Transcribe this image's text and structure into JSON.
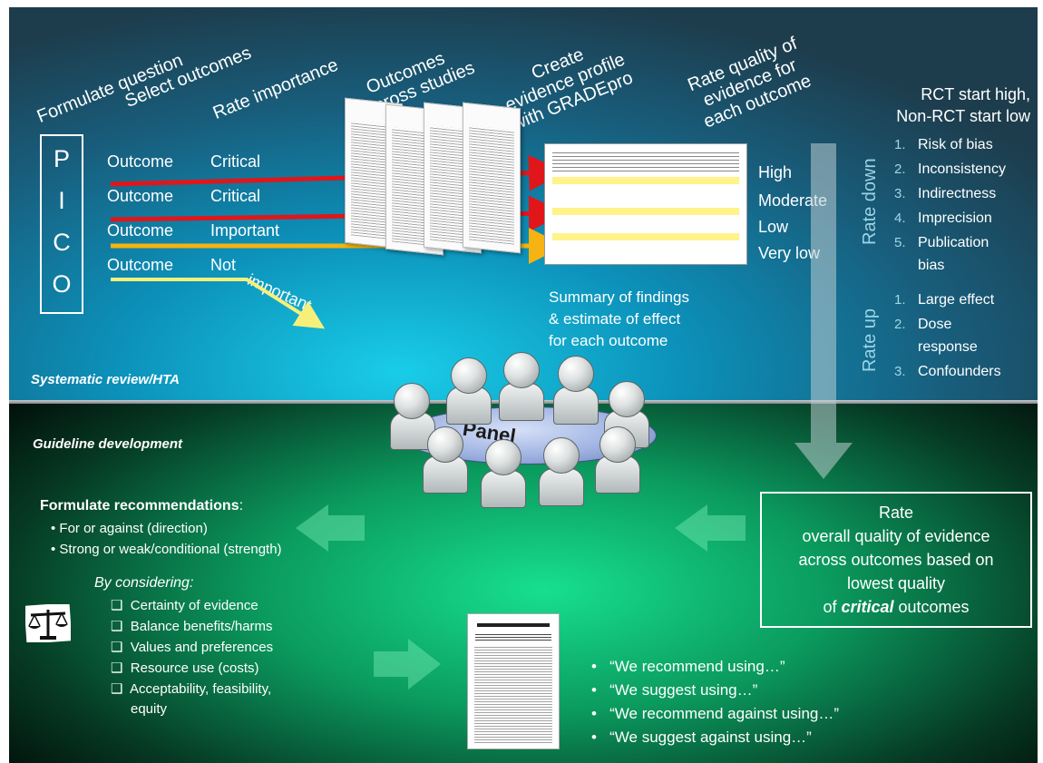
{
  "steps": {
    "formulate": "Formulate question",
    "select": "Select outcomes",
    "rate_importance": "Rate importance",
    "outcomes_across_1": "Outcomes",
    "outcomes_across_2": "across studies",
    "create_1": "Create",
    "create_2": "evidence profile",
    "create_3": "with GRADEpro",
    "rate_quality_1": "Rate quality of",
    "rate_quality_2": "evidence for",
    "rate_quality_3": "each outcome"
  },
  "pico": [
    "P",
    "I",
    "C",
    "O"
  ],
  "outcomes": [
    {
      "label": "Outcome",
      "importance": "Critical"
    },
    {
      "label": "Outcome",
      "importance": "Critical"
    },
    {
      "label": "Outcome",
      "importance": "Important"
    },
    {
      "label": "Outcome",
      "importance": "Not important"
    }
  ],
  "importance_not_a": "Not",
  "importance_not_b": "important",
  "arrow_colors": {
    "critical": "#e0161b",
    "important": "#f6b311",
    "not_important": "#f6f07a"
  },
  "summary": {
    "line1": "Summary of findings",
    "line2": "& estimate of effect",
    "line3": "for each outcome"
  },
  "quality_levels": [
    "High",
    "Moderate",
    "Low",
    "Very low"
  ],
  "rct": {
    "line1": "RCT start high,",
    "line2": "Non-RCT start low"
  },
  "rate_down": {
    "label": "Rate down",
    "items": [
      {
        "num": "1.",
        "text": "Risk of bias"
      },
      {
        "num": "2.",
        "text": "Inconsistency"
      },
      {
        "num": "3.",
        "text": "Indirectness"
      },
      {
        "num": "4.",
        "text": "Imprecision"
      },
      {
        "num": "5.",
        "text": "Publication"
      },
      {
        "num": "",
        "text": "bias"
      }
    ]
  },
  "rate_up": {
    "label": "Rate up",
    "items": [
      {
        "num": "1.",
        "text": "Large effect"
      },
      {
        "num": "2.",
        "text": "Dose"
      },
      {
        "num": "",
        "text": "response"
      },
      {
        "num": "3.",
        "text": "Confounders"
      }
    ]
  },
  "sections": {
    "top": "Systematic review/HTA",
    "bottom": "Guideline development"
  },
  "panel_label": "Panel",
  "overall": {
    "line1": "Rate",
    "line2": "overall quality of evidence",
    "line3": "across outcomes based on",
    "line4": "lowest quality",
    "line5_pre": "of ",
    "line5_em": "critical",
    "line5_post": " outcomes"
  },
  "recommendations": {
    "title": "Formulate  recommendations",
    "title_colon": ":",
    "bullets": [
      "For or against (direction)",
      "Strong or weak/conditional (strength)"
    ]
  },
  "considering": {
    "title": "By considering:",
    "items": [
      "Certainty of evidence",
      "Balance benefits/harms",
      "Values and preferences",
      "Resource use (costs)",
      "Acceptability, feasibility,",
      "equity"
    ]
  },
  "quotes": [
    "“We recommend using…”",
    "“We suggest using…”",
    "“We recommend against using…”",
    "“We suggest against using…”"
  ]
}
